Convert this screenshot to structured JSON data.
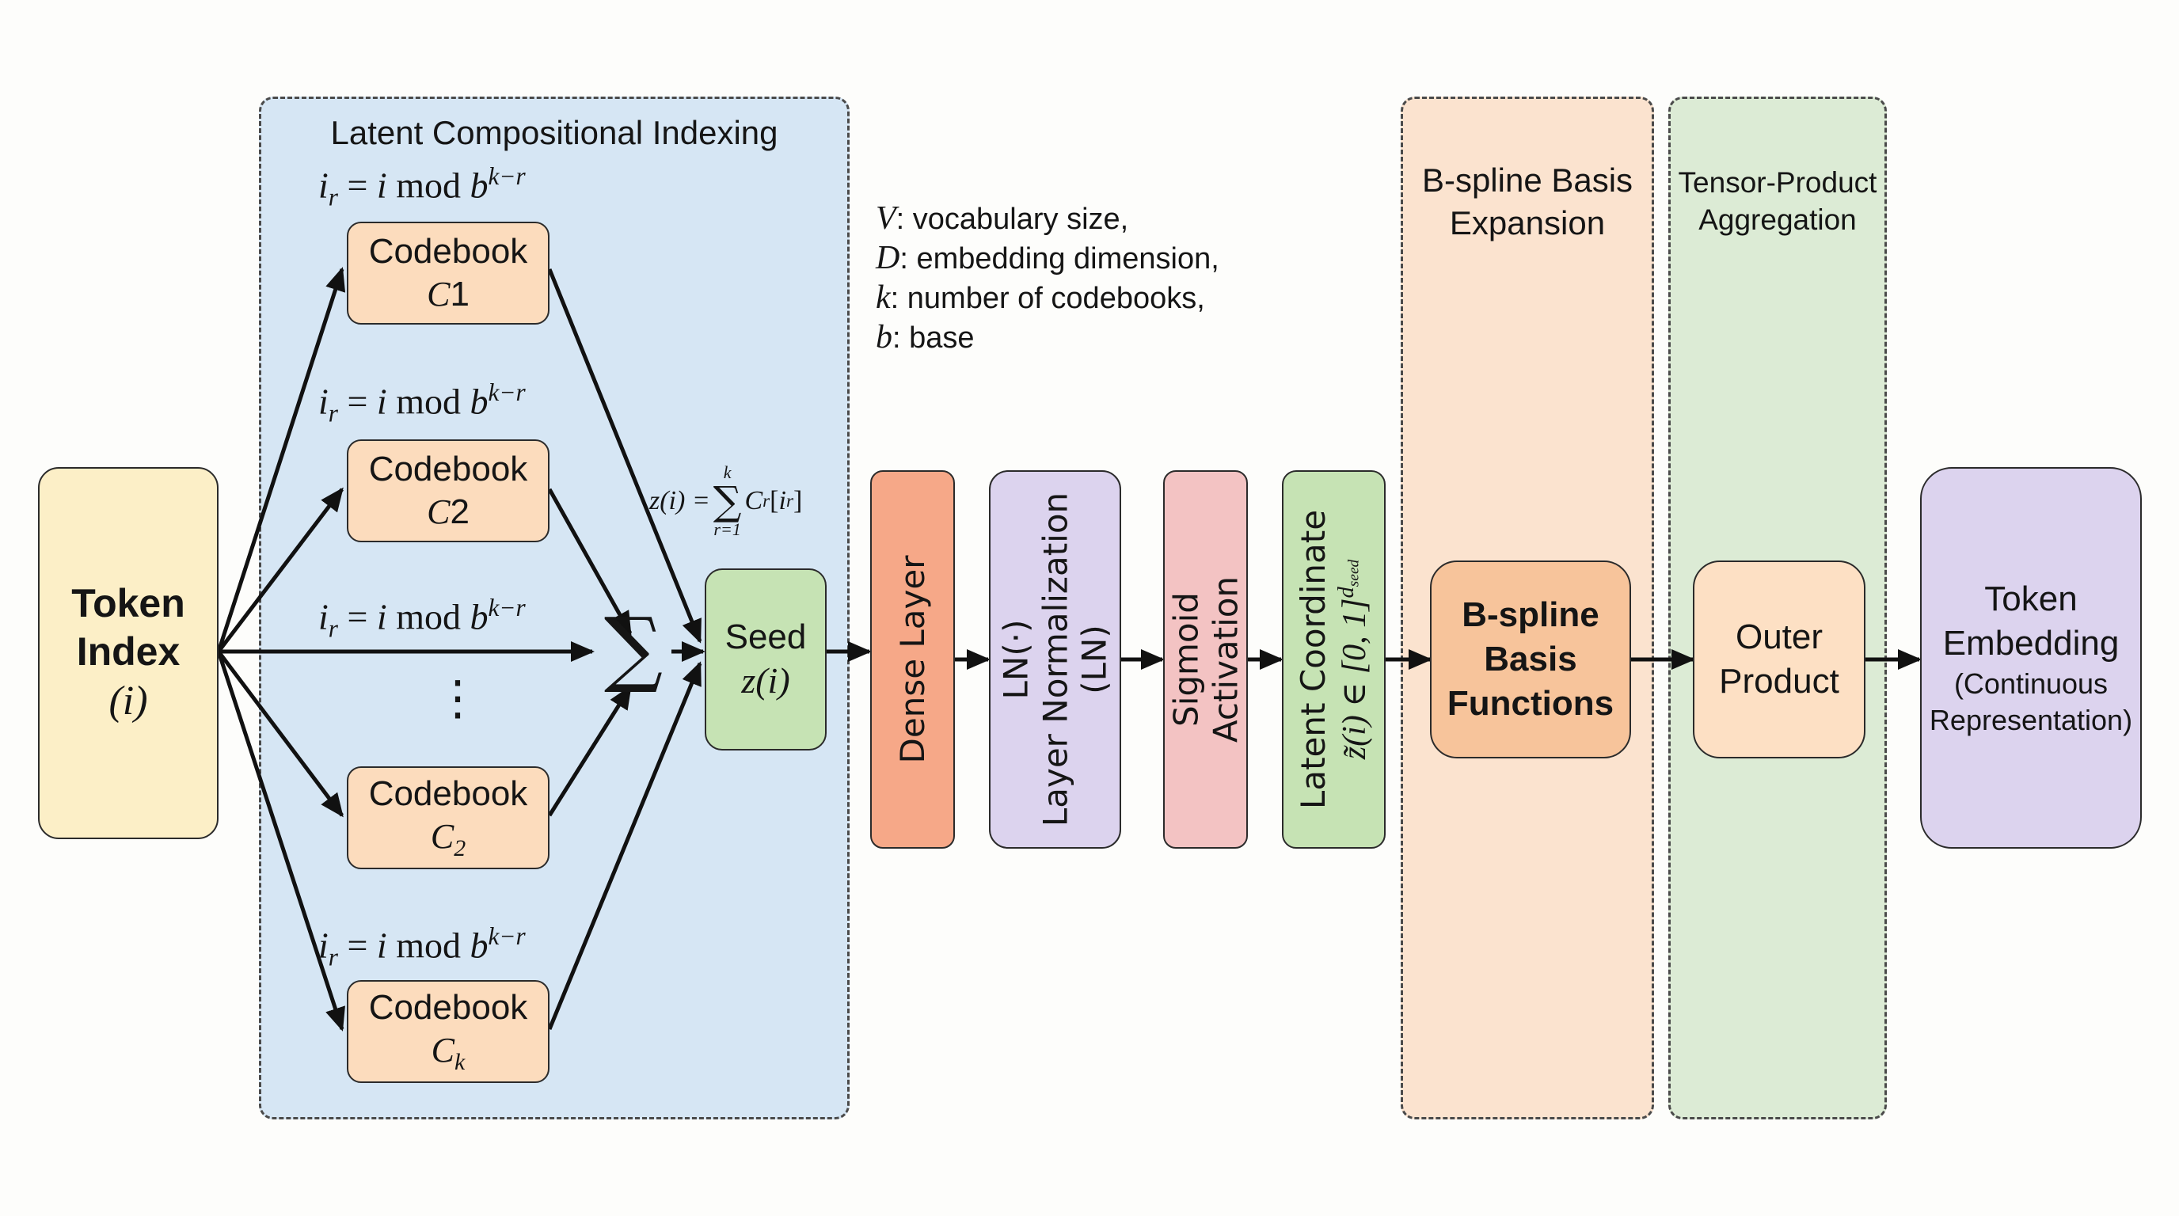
{
  "groups": {
    "indexing": {
      "title": "Latent Compositional Indexing",
      "fill": "#d6e6f4"
    },
    "bspline": {
      "title_line1": "B-spline Basis",
      "title_line2": "Expansion",
      "fill": "#fbe3cf"
    },
    "tensor": {
      "title_line1": "Tensor-Product",
      "title_line2": "Aggregation",
      "fill": "#dcebd5"
    }
  },
  "token_index": {
    "line1": "Token",
    "line2": "Index",
    "symbol": "(i)",
    "fill": "#fcefc7"
  },
  "index_formula": {
    "lhs": "i",
    "lhs_sub": "r",
    "eq": " = ",
    "var": "i",
    "op": " mod ",
    "base": "b",
    "exp": "k−r"
  },
  "codebooks": [
    {
      "label": "Codebook",
      "name": "C",
      "suffix": "1",
      "suffix_style": "inline"
    },
    {
      "label": "Codebook",
      "name": "C",
      "suffix": "2",
      "suffix_style": "inline"
    },
    {
      "label": "Codebook",
      "name": "C",
      "suffix": "2",
      "suffix_style": "subscript"
    },
    {
      "label": "Codebook",
      "name": "C",
      "suffix": "k",
      "suffix_style": "subscript"
    }
  ],
  "codebook_fill": "#fcdcbd",
  "ellipsis": "⋮",
  "sum_symbol": "∑",
  "seed_formula": {
    "lhs": "z(i) = ",
    "sum": "∑",
    "upper": "k",
    "lower": "r=1",
    "term": "C",
    "term_sub": "r",
    "bracket_open": "[",
    "index": "i",
    "index_sub": "r",
    "bracket_close": "]"
  },
  "seed": {
    "label": "Seed",
    "symbol": "z(i)",
    "fill": "#c6e3b4"
  },
  "legend": [
    {
      "symbol": "V",
      "text": ": vocabulary size,"
    },
    {
      "symbol": "D",
      "text": ": embedding dimension,"
    },
    {
      "symbol": "k",
      "text": ": number of codebooks,"
    },
    {
      "symbol": "b",
      "text": ": base"
    }
  ],
  "pipeline": {
    "dense": {
      "label": "Dense Layer",
      "fill": "#f6a888"
    },
    "layernorm": {
      "line1": "LN(·)",
      "line2": "Layer Normalization",
      "line3": "(LN)",
      "fill": "#dcd3ee"
    },
    "sigmoid": {
      "line1": "Sigmoid",
      "line2": "Activation",
      "fill": "#f3c3c3"
    },
    "latent": {
      "line1": "Latent Coordinate",
      "sym": "z̃(i) ∈ [0, 1]",
      "exp": "d",
      "exp_sub": "seed",
      "fill": "#c6e3b4"
    }
  },
  "bspline_box": {
    "line1": "B-spline",
    "line2": "Basis",
    "line3": "Functions",
    "fill": "#f7c49b"
  },
  "outer_product": {
    "line1": "Outer",
    "line2": "Product",
    "fill": "#fde0c4"
  },
  "output": {
    "line1": "Token",
    "line2": "Embedding",
    "line3": "(Continuous",
    "line4": "Representation)",
    "fill": "#dcd3ee"
  },
  "stroke_color": "#111111"
}
